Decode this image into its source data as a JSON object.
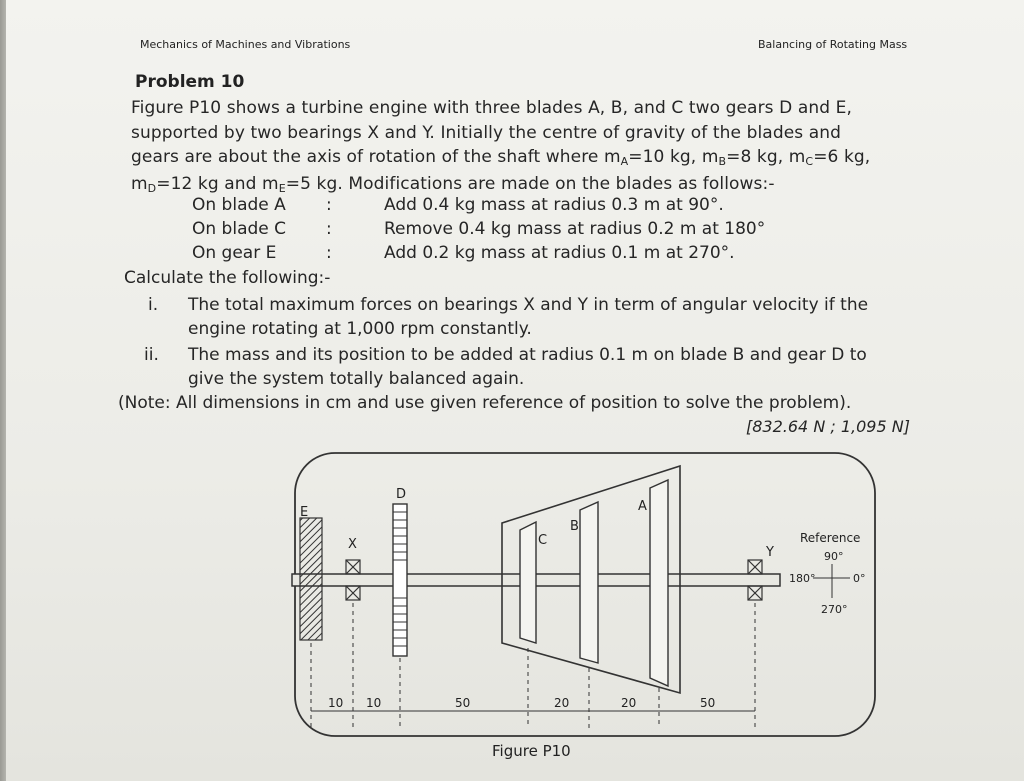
{
  "header": {
    "left": "Mechanics of Machines and Vibrations",
    "right": "Balancing of Rotating Mass"
  },
  "problem": {
    "title": "Problem 10",
    "intro_lines": [
      "Figure P10 shows a turbine engine with three blades A, B, and C two gears D and E,",
      "supported by two bearings X and Y.  Initially the centre of gravity of the blades and",
      "gears are about the axis of rotation of the shaft where m",
      "m"
    ],
    "line3_parts": [
      "gears are about the axis of rotation of the shaft where m",
      "A",
      "=10 kg, m",
      "B",
      "=8 kg, m",
      "C",
      "=6 kg,"
    ],
    "line4_parts": [
      "m",
      "D",
      "=12 kg and m",
      "E",
      "=5 kg.  Modifications are made on the blades as follows:-"
    ],
    "modifications": [
      {
        "label": "On blade A",
        "colon": ":",
        "value": "Add 0.4 kg mass at radius 0.3 m at 90°."
      },
      {
        "label": "On blade C",
        "colon": ":",
        "value": "Remove 0.4 kg mass at radius 0.2 m at 180°"
      },
      {
        "label": "On gear E",
        "colon": ":",
        "value": "Add 0.2 kg mass at radius 0.1 m at 270°."
      }
    ],
    "calculate": "Calculate the following:-",
    "items": [
      {
        "num": "i.",
        "lines": [
          "The total maximum forces on bearings X and Y in term of angular velocity if the",
          "engine rotating at 1,000 rpm constantly."
        ]
      },
      {
        "num": "ii.",
        "lines": [
          "The mass and its position to be added at radius 0.1 m on blade B and gear D to",
          "give the system totally balanced again."
        ]
      }
    ],
    "note": "(Note: All dimensions in cm and use given reference of position to solve the problem).",
    "answer": "[832.64 N ; 1,095 N]"
  },
  "figure": {
    "caption": "Figure P10",
    "labels": {
      "E": "E",
      "X": "X",
      "D": "D",
      "C": "C",
      "B": "B",
      "A": "A",
      "Y": "Y"
    },
    "reference": {
      "title": "Reference",
      "a90": "90°",
      "a180": "180°",
      "a0": "0°",
      "a270": "270°"
    },
    "dimensions": [
      "10",
      "10",
      "50",
      "20",
      "20",
      "50"
    ]
  }
}
